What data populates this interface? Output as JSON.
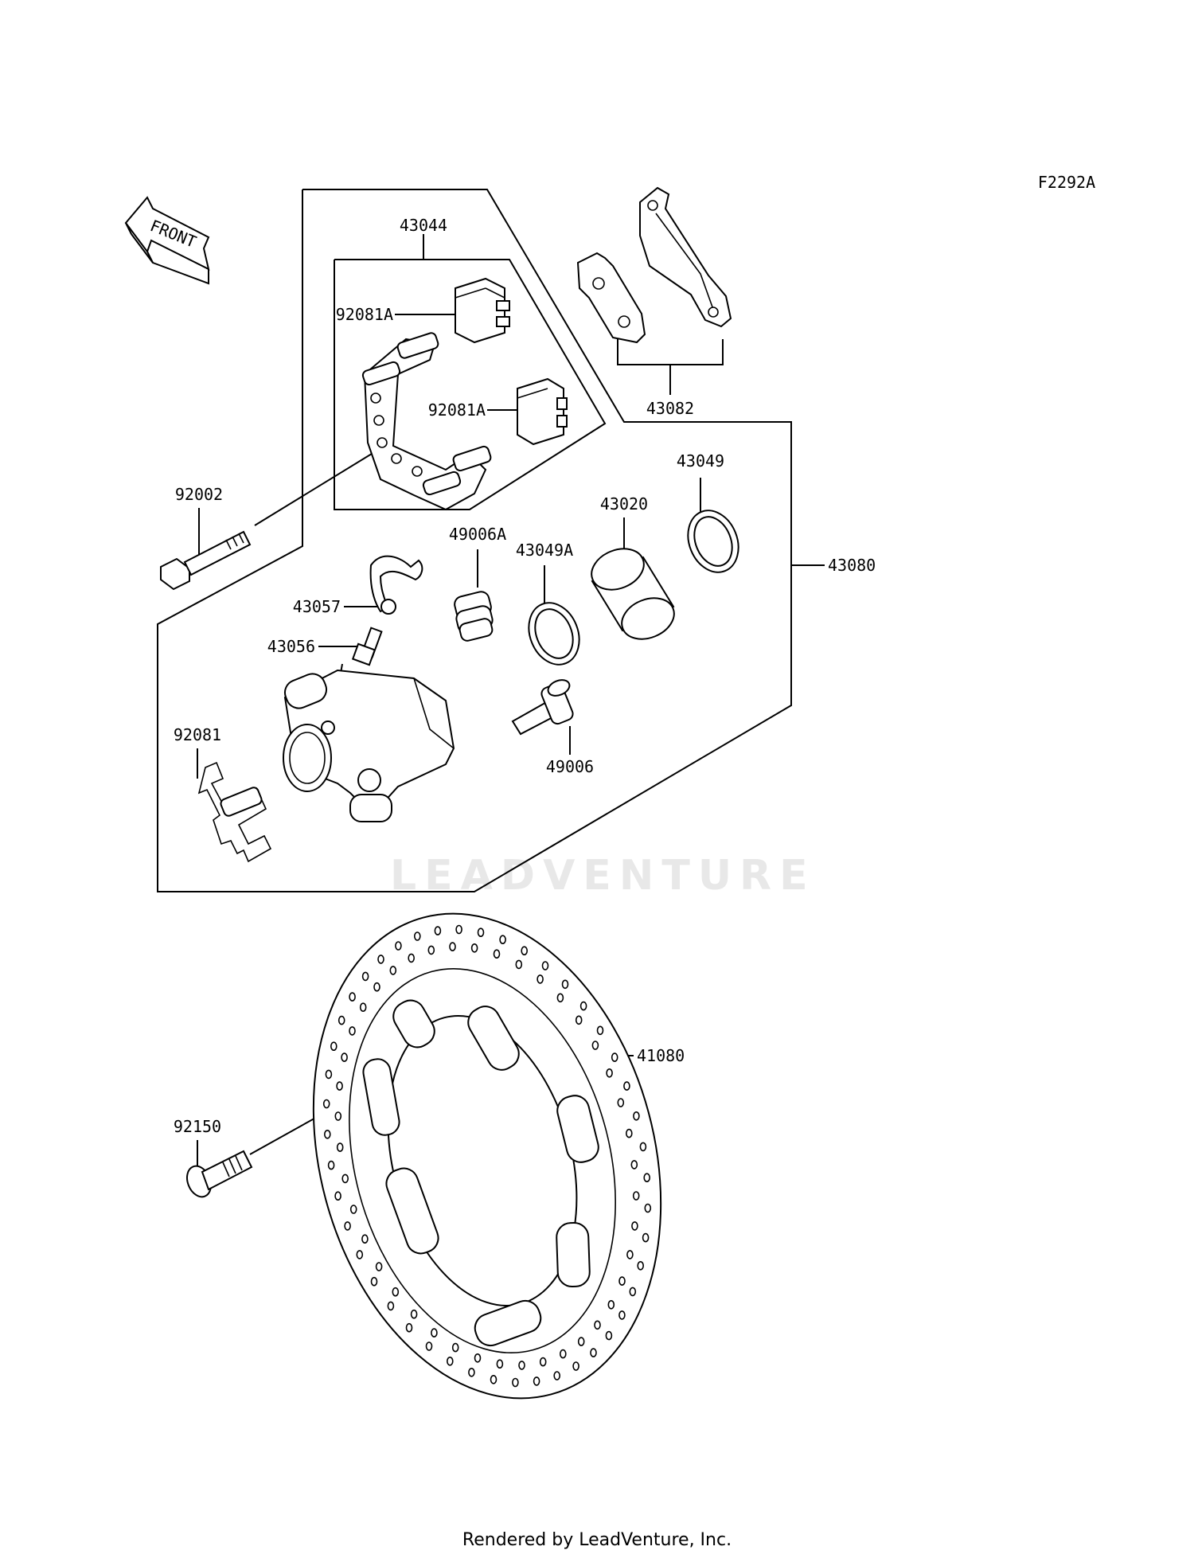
{
  "diagram": {
    "ref_code": "F2292A",
    "front_label": "FRONT",
    "watermark": "LEADVENTURE",
    "footer": "Rendered by LeadVenture, Inc.",
    "parts": [
      {
        "id": "p43044",
        "number": "43044"
      },
      {
        "id": "p92081A_1",
        "number": "92081A"
      },
      {
        "id": "p92081A_2",
        "number": "92081A"
      },
      {
        "id": "p43082",
        "number": "43082"
      },
      {
        "id": "p92002",
        "number": "92002"
      },
      {
        "id": "p43049",
        "number": "43049"
      },
      {
        "id": "p43020",
        "number": "43020"
      },
      {
        "id": "p49006A",
        "number": "49006A"
      },
      {
        "id": "p43049A",
        "number": "43049A"
      },
      {
        "id": "p43080",
        "number": "43080"
      },
      {
        "id": "p43057",
        "number": "43057"
      },
      {
        "id": "p43056",
        "number": "43056"
      },
      {
        "id": "p92081",
        "number": "92081"
      },
      {
        "id": "p49006",
        "number": "49006"
      },
      {
        "id": "p41080",
        "number": "41080"
      },
      {
        "id": "p92150",
        "number": "92150"
      }
    ]
  }
}
